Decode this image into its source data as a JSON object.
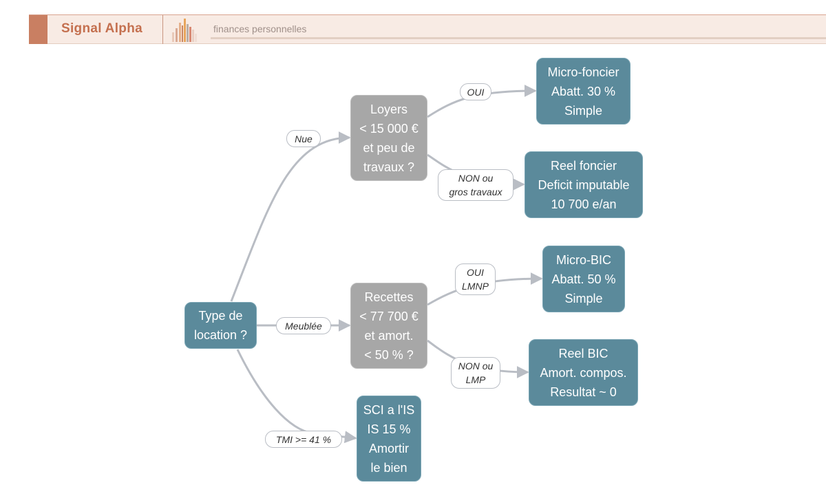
{
  "header": {
    "brand": "Signal Alpha",
    "tagline": "finances personnelles",
    "logo_icon": "bar-chart-logo-icon",
    "colors": {
      "accent": "#c97f62",
      "brand_text": "#c4704f",
      "band": "#f8ebe4"
    }
  },
  "diagram": {
    "colors": {
      "decision_node": "#5b8a9b",
      "question_node": "#a7a7a7",
      "edge": "#b9bdc4"
    },
    "nodes": {
      "type_location": {
        "lines": [
          "Type de",
          "location ?"
        ]
      },
      "loyers": {
        "lines": [
          "Loyers",
          "< 15 000 €",
          "et peu de",
          "travaux ?"
        ]
      },
      "recettes": {
        "lines": [
          "Recettes",
          "< 77 700 €",
          "et amort.",
          "< 50 % ?"
        ]
      },
      "sci_is": {
        "lines": [
          "SCI a l'IS",
          "IS 15 %",
          "Amortir",
          "le bien"
        ]
      },
      "micro_foncier": {
        "lines": [
          "Micro-foncier",
          "Abatt. 30 %",
          "Simple"
        ]
      },
      "reel_foncier": {
        "lines": [
          "Reel foncier",
          "Deficit imputable",
          "10 700 e/an"
        ]
      },
      "micro_bic": {
        "lines": [
          "Micro-BIC",
          "Abatt. 50 %",
          "Simple"
        ]
      },
      "reel_bic": {
        "lines": [
          "Reel BIC",
          "Amort. compos.",
          "Resultat ~ 0"
        ]
      }
    },
    "edge_labels": {
      "nue": {
        "lines": [
          "Nue"
        ]
      },
      "meublee": {
        "lines": [
          "Meublée"
        ]
      },
      "tmi": {
        "lines": [
          "TMI >= 41 %"
        ]
      },
      "oui": {
        "lines": [
          "OUI"
        ]
      },
      "non_gros_travaux": {
        "lines": [
          "NON ou",
          "gros travaux"
        ]
      },
      "oui_lmnp": {
        "lines": [
          "OUI",
          "LMNP"
        ]
      },
      "non_lmp": {
        "lines": [
          "NON ou",
          "LMP"
        ]
      }
    }
  }
}
